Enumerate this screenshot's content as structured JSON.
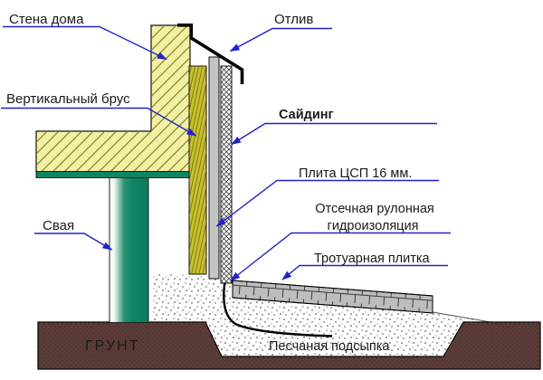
{
  "diagram": {
    "description": "Construction cross-section: house wall on pile foundation with siding layers, drip flashing, waterproofing, paving tiles on sand bedding over soil",
    "labels": {
      "wall": "Стена дома",
      "flashing": "Отлив",
      "vertical_beam": "Вертикальный брус",
      "siding": "Сайдинг",
      "csp_board": "Плита ЦСП 16 мм.",
      "waterproofing_line1": "Отсечная рулонная",
      "waterproofing_line2": "гидроизоляция",
      "paving_tile": "Тротуарная плитка",
      "pile": "Свая",
      "ground": "ГРУНТ",
      "sand_bedding": "Песчаная подсыпка"
    },
    "colors": {
      "leader_blue": "#2222cc",
      "wall_fill": "#f2f0a2",
      "beam_fill": "#c9c02f",
      "board_gray": "#c4c4c4",
      "siding_white": "#ffffff",
      "green_plate": "#0e8563",
      "ground_brown": "#5c3c38",
      "tile_gray": "#bdbdbd",
      "flashing_black": "#000000",
      "ground_text": "#f0e6e4"
    }
  }
}
